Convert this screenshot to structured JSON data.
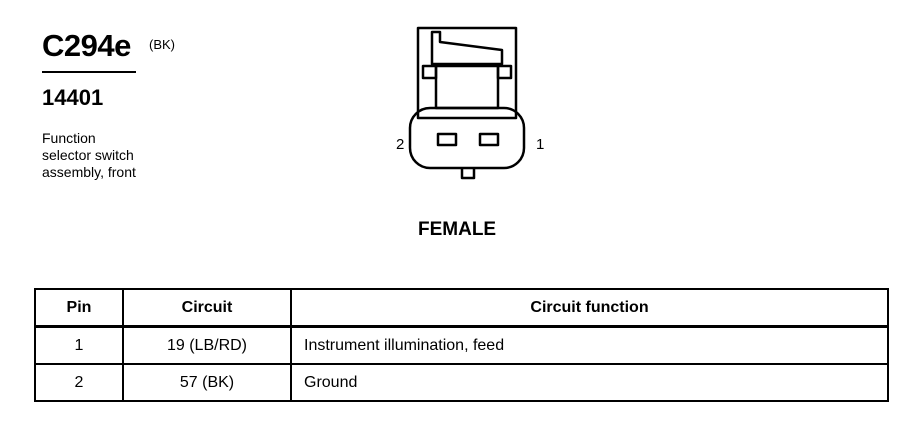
{
  "connector": {
    "id": "C294e",
    "color": "(BK)",
    "part_number": "14401",
    "description_lines": [
      "Function",
      "selector switch",
      "assembly, front"
    ]
  },
  "diagram": {
    "pin_left_label": "2",
    "pin_right_label": "1",
    "gender": "FEMALE"
  },
  "table": {
    "headers": [
      "Pin",
      "Circuit",
      "Circuit function"
    ],
    "rows": [
      {
        "pin": "1",
        "circuit": "19 (LB/RD)",
        "function": "Instrument illumination, feed"
      },
      {
        "pin": "2",
        "circuit": "57 (BK)",
        "function": "Ground"
      }
    ]
  }
}
